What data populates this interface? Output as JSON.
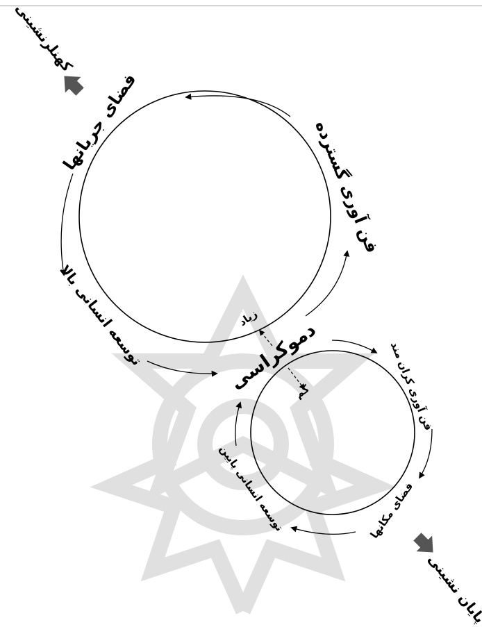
{
  "labels": {
    "urbanization": "کهنلرنشینی",
    "space_of_flows": "فضای جریانها",
    "extensive_technology": "فن آوری گسترده",
    "high_human_development": "توسعه انسانی بالا",
    "democracy": "دموکراسی",
    "much": "زیاد",
    "little": "کم",
    "intensive_technology": "فن آوری کران مند",
    "space_of_places": "فضای مکانها",
    "low_human_development": "توسعه انسانی پایین",
    "end_of_urbanization": "پایان نشینی"
  },
  "colors": {
    "ink": "#000000",
    "big_arrow": "#555555",
    "watermark": "#d9d9d9"
  }
}
